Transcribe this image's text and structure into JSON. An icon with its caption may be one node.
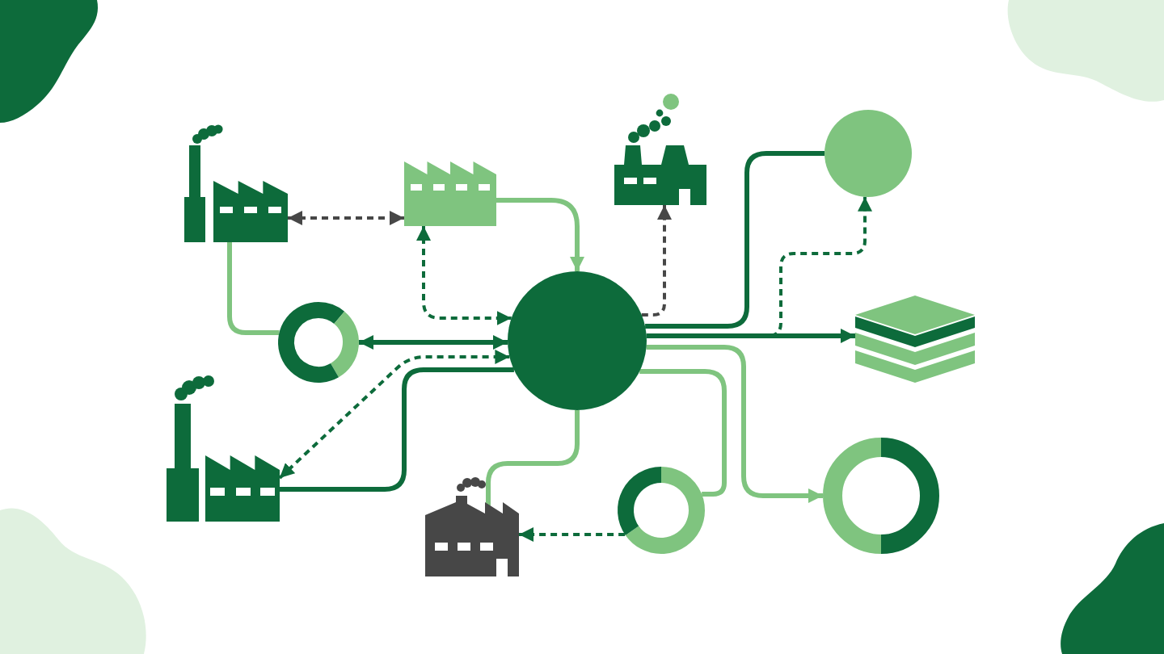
{
  "diagram": {
    "nodes": [
      {
        "text": [],
        "shape": "factory"
      },
      {
        "text": [],
        "shape": "factory"
      },
      {
        "text": [],
        "shape": "factory"
      },
      {
        "text": [],
        "shape": "circle"
      },
      {
        "text": [],
        "shape": "ring"
      },
      {
        "text": [],
        "shape": "circle"
      },
      {
        "text": [],
        "shape": "stack"
      },
      {
        "text": [],
        "shape": "factory"
      },
      {
        "text": [],
        "shape": "factory"
      },
      {
        "text": [],
        "shape": "ring"
      },
      {
        "text": [],
        "shape": "ring"
      }
    ],
    "edges": [
      {
        "from": 0,
        "to": 1,
        "arrow": "both",
        "style": "dashed",
        "color": "#474747"
      },
      {
        "from": 1,
        "to": 5,
        "arrow": "to",
        "color": "#7fc47f"
      },
      {
        "from": 1,
        "to": 5,
        "arrow": "both",
        "style": "dashed"
      },
      {
        "from": 0,
        "to": 4,
        "arrow": "none",
        "color": "#7fc47f"
      },
      {
        "from": 4,
        "to": 5,
        "arrow": "both"
      },
      {
        "from": 5,
        "to": 2,
        "arrow": "to",
        "style": "dashed",
        "color": "#474747"
      },
      {
        "from": 5,
        "to": 3,
        "arrow": "none"
      },
      {
        "from": 5,
        "to": 3,
        "arrow": "to",
        "style": "dashed"
      },
      {
        "from": 5,
        "to": 6,
        "arrow": "to"
      },
      {
        "from": 5,
        "to": 10,
        "arrow": "to",
        "color": "#7fc47f"
      },
      {
        "from": 5,
        "to": 9,
        "arrow": "none",
        "color": "#7fc47f"
      },
      {
        "from": 5,
        "to": 7,
        "arrow": "none"
      },
      {
        "from": 7,
        "to": 5,
        "arrow": "both",
        "style": "dashed"
      },
      {
        "from": 5,
        "to": 8,
        "arrow": "none",
        "color": "#7fc47f"
      },
      {
        "from": 9,
        "to": 8,
        "arrow": "to",
        "style": "dashed"
      }
    ]
  }
}
